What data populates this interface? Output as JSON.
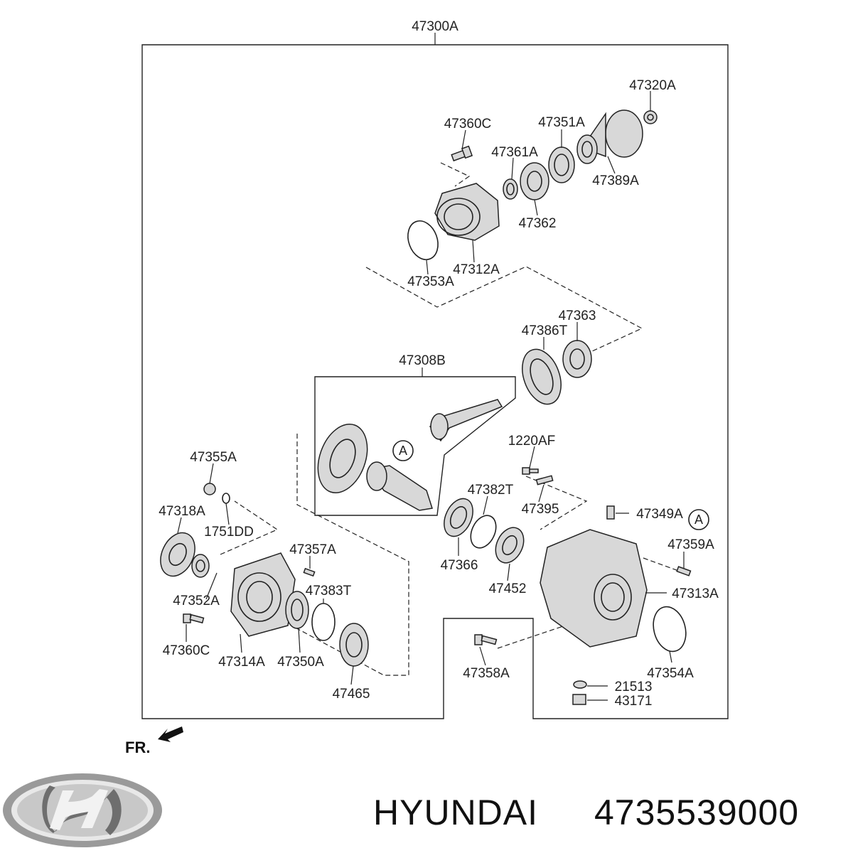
{
  "diagram": {
    "assembly_label": "47300A",
    "parts": [
      "47320A",
      "47360C",
      "47351A",
      "47361A",
      "47389A",
      "47362",
      "47312A",
      "47353A",
      "47363",
      "47386T",
      "47308B",
      "1220AF",
      "47355A",
      "47382T",
      "47395",
      "47318A",
      "1751DD",
      "47349A",
      "47357A",
      "47359A",
      "47383T",
      "47366",
      "47452",
      "47313A",
      "47352A",
      "47360C",
      "47314A",
      "47350A",
      "47354A",
      "47358A",
      "21513",
      "43171",
      "47465"
    ],
    "ref_marks": [
      "A",
      "A"
    ],
    "front_label": "FR."
  },
  "footer": {
    "brand": "HYUNDAI",
    "part_number": "4735539000"
  }
}
